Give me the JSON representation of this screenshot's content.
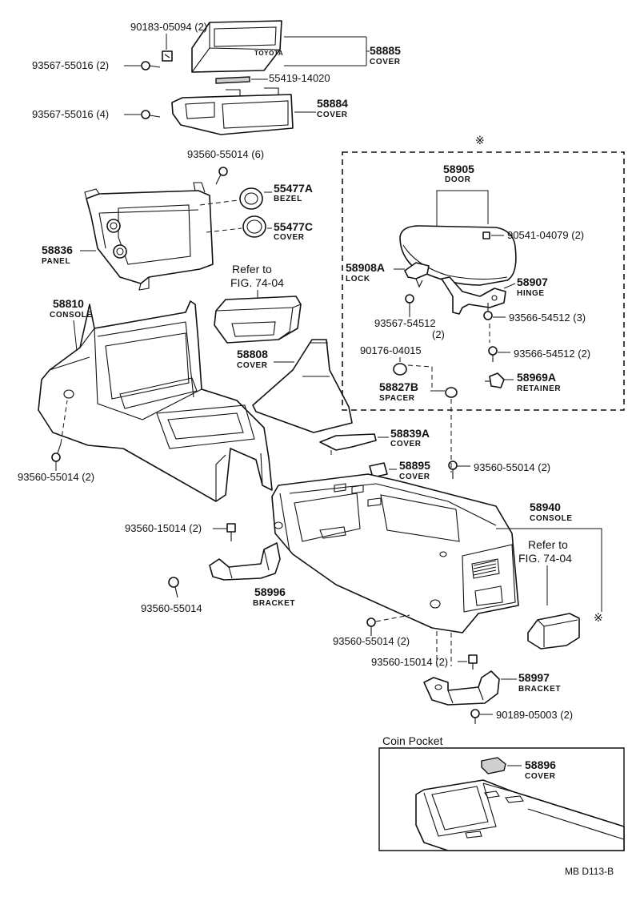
{
  "labels": {
    "p_90183": "90183-05094 (2)",
    "p_93567_2": "93567-55016 (2)",
    "p_58885": "58885",
    "n_58885": "COVER",
    "p_55419": "55419-14020",
    "emblem": "TOYOTA",
    "p_93567_4": "93567-55016 (4)",
    "p_58884": "58884",
    "n_58884": "COVER",
    "p_93560_6": "93560-55014 (6)",
    "p_55477A": "55477A",
    "n_55477A": "BEZEL",
    "p_55477C": "55477C",
    "n_55477C": "COVER",
    "p_58836": "58836",
    "n_58836": "PANEL",
    "ref1_a": "Refer to",
    "ref1_b": "FIG. 74-04",
    "p_58810": "58810",
    "n_58810": "CONSOLE",
    "p_58808": "58808",
    "n_58808": "COVER",
    "p_93560_2a": "93560-55014 (2)",
    "p_58839A": "58839A",
    "n_58839A": "COVER",
    "p_58895": "58895",
    "n_58895": "COVER",
    "p_93560_2b": "93560-55014 (2)",
    "p_58940": "58940",
    "n_58940": "CONSOLE",
    "ref2_a": "Refer to",
    "ref2_b": "FIG. 74-04",
    "p_93560_15014_2": "93560-15014 (2)",
    "p_58996": "58996",
    "n_58996": "BRACKET",
    "p_93560_55014": "93560-55014",
    "p_93560_2c": "93560-55014 (2)",
    "p_93560_15014_2b": "93560-15014 (2)",
    "p_58997": "58997",
    "n_58997": "BRACKET",
    "p_90189": "90189-05003 (2)",
    "p_58905": "58905",
    "n_58905": "DOOR",
    "p_90541": "90541-04079 (2)",
    "p_58908A": "58908A",
    "n_58908A": "LOCK",
    "p_58907": "58907",
    "n_58907": "HINGE",
    "p_93567_54512": "93567-54512",
    "p_93567_54512_q": "(2)",
    "p_93566_3": "93566-54512 (3)",
    "p_93566_2": "93566-54512 (2)",
    "p_90176": "90176-04015",
    "p_58827B": "58827B",
    "n_58827B": "SPACER",
    "p_58969A": "58969A",
    "n_58969A": "RETAINER",
    "coin_title": "Coin Pocket",
    "p_58896": "58896",
    "n_58896": "COVER",
    "footer": "MB  D113-B",
    "mark": "※"
  },
  "icons": [
    "screw-icon",
    "clip-icon",
    "asterisk-mark-icon"
  ]
}
